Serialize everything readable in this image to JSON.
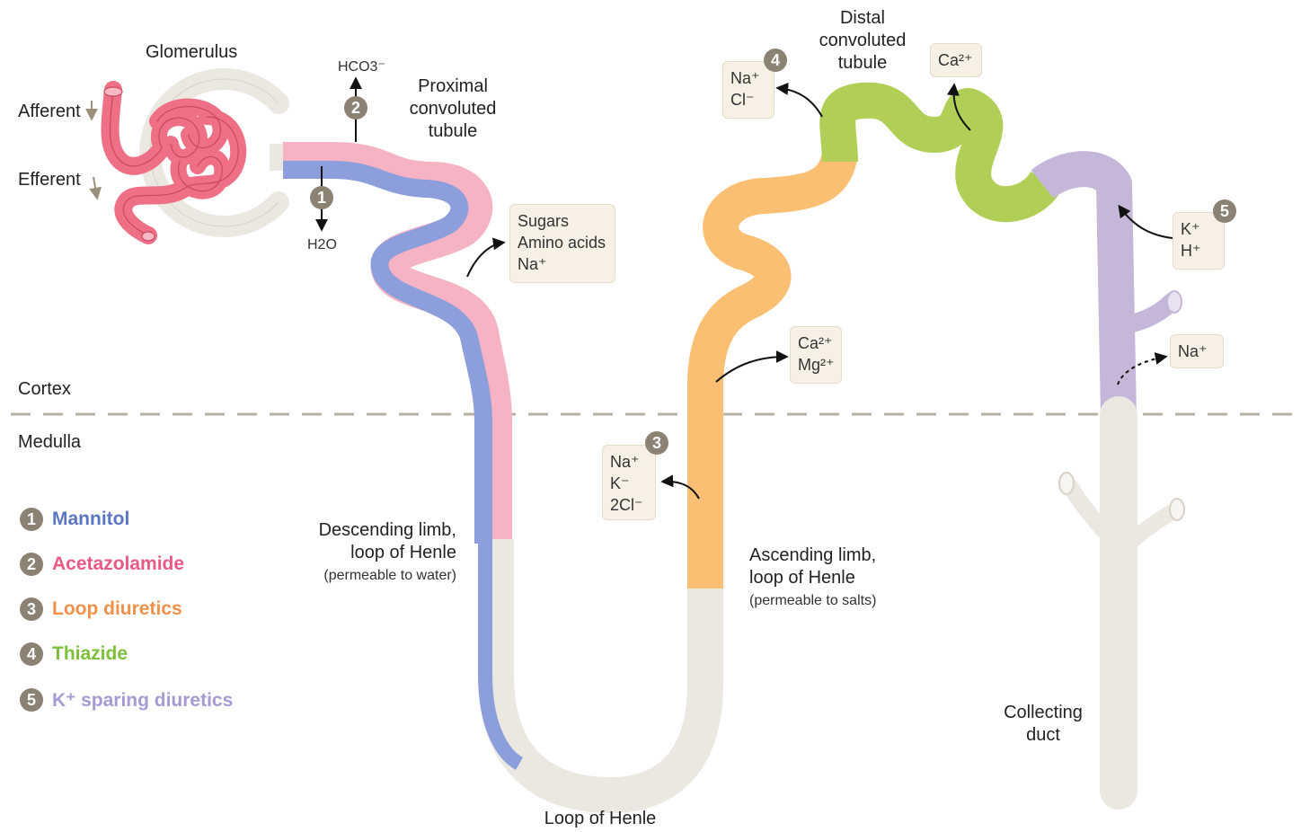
{
  "labels": {
    "glomerulus": "Glomerulus",
    "afferent": "Afferent",
    "efferent": "Efferent",
    "proximal": [
      "Proximal",
      "convoluted",
      "tubule"
    ],
    "distal": [
      "Distal",
      "convoluted",
      "tubule"
    ],
    "cortex": "Cortex",
    "medulla": "Medulla",
    "descending": [
      "Descending limb,",
      "loop of Henle"
    ],
    "descending_note": "(permeable to water)",
    "ascending": [
      "Ascending limb,",
      "loop of Henle"
    ],
    "ascending_note": "(permeable to salts)",
    "loop": "Loop of Henle",
    "collecting": [
      "Collecting",
      "duct"
    ],
    "hco3": "HCO3⁻",
    "h2o": "H2O"
  },
  "boxes": {
    "sugars": [
      "Sugars",
      "Amino acids",
      "Na⁺"
    ],
    "ca_mg": [
      "Ca²⁺",
      "Mg²⁺"
    ],
    "na_k_cl": [
      "Na⁺",
      "K⁻",
      "2Cl⁻"
    ],
    "na_cl": [
      "Na⁺",
      "Cl⁻"
    ],
    "ca": [
      "Ca²⁺"
    ],
    "k_h": [
      "K⁺",
      "H⁺"
    ],
    "na": [
      "Na⁺"
    ]
  },
  "badges": {
    "b1": "1",
    "b2": "2",
    "b3": "3",
    "b4": "4",
    "b5": "5"
  },
  "legend": [
    {
      "num": "1",
      "name": "Mannitol",
      "color": "#5a76c4"
    },
    {
      "num": "2",
      "name": "Acetazolamide",
      "color": "#e85a83"
    },
    {
      "num": "3",
      "name": "Loop diuretics",
      "color": "#f0904a"
    },
    {
      "num": "4",
      "name": "Thiazide",
      "color": "#7cbf3a"
    },
    {
      "num": "5",
      "name": "K⁺ sparing diuretics",
      "color": "#a79ad3"
    }
  ],
  "colors": {
    "pink": "#f5b3c3",
    "blue": "#8c9fdc",
    "orange": "#fbbf74",
    "green": "#b1cf57",
    "purple": "#c4b7da",
    "gray": "#ebe7e1",
    "glom": "#ee6f86",
    "badge": "#8c8273"
  }
}
